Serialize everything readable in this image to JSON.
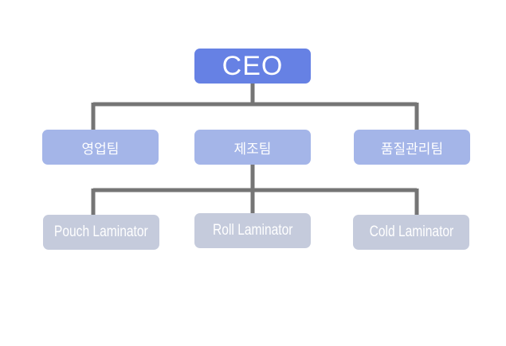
{
  "chart": {
    "colors": {
      "root": "#6681e4",
      "level2": "#a4b5e8",
      "level3": "#c5cbdc",
      "connector": "#757575"
    },
    "root": {
      "label": "CEO"
    },
    "teams": [
      {
        "label": "영업팀"
      },
      {
        "label": "제조팀"
      },
      {
        "label": "품질관리팀"
      }
    ],
    "products": [
      {
        "label": "Pouch Laminator"
      },
      {
        "label": "Roll Laminator"
      },
      {
        "label": "Cold Laminator"
      }
    ]
  }
}
